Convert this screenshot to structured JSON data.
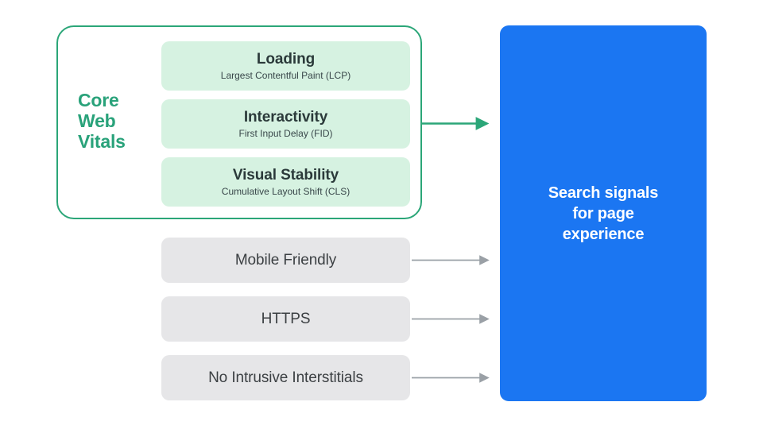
{
  "diagram": {
    "title": "Search signals for page experience",
    "colors": {
      "accent_green": "#2ba678",
      "label_green": "#29a27a",
      "mint_card": "#d6f2e1",
      "gray_card": "#e6e6e8",
      "blue_panel": "#1b76f2",
      "arrow_gray": "#9aa0a6",
      "text_dark": "#3c4043",
      "background": "#ffffff"
    },
    "core_web_vitals": {
      "group_label": "Core\nWeb\nVitals",
      "group_label_line1": "Core",
      "group_label_line2": "Web",
      "group_label_line3": "Vitals",
      "items": [
        {
          "title": "Loading",
          "subtitle": "Largest Contentful Paint (LCP)"
        },
        {
          "title": "Interactivity",
          "subtitle": "First Input Delay (FID)"
        },
        {
          "title": "Visual Stability",
          "subtitle": "Cumulative Layout Shift (CLS)"
        }
      ]
    },
    "other_signals": [
      {
        "label": "Mobile Friendly"
      },
      {
        "label": "HTTPS"
      },
      {
        "label": "No Intrusive Interstitials"
      }
    ],
    "output": {
      "text": "Search signals\nfor page\nexperience"
    },
    "arrows": [
      {
        "name": "core-web-vitals-arrow",
        "color": "#2ba678"
      },
      {
        "name": "mobile-friendly-arrow",
        "color": "#9aa0a6"
      },
      {
        "name": "https-arrow",
        "color": "#9aa0a6"
      },
      {
        "name": "no-intrusive-interstitials-arrow",
        "color": "#9aa0a6"
      }
    ]
  }
}
